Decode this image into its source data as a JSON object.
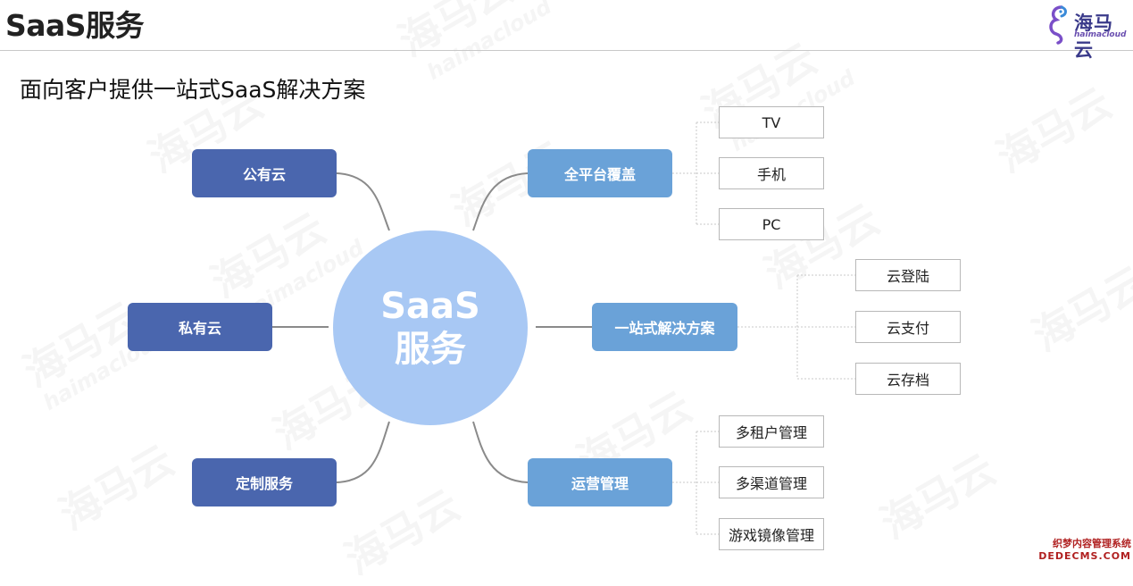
{
  "header": {
    "title": "SaaS服务"
  },
  "logo": {
    "name": "海马云",
    "sub": "haimacloud"
  },
  "subtitle": "面向客户提供一站式SaaS解决方案",
  "center": {
    "line1": "SaaS",
    "line2": "服务"
  },
  "left_nodes": [
    {
      "label": "公有云"
    },
    {
      "label": "私有云"
    },
    {
      "label": "定制服务"
    }
  ],
  "right_nodes": [
    {
      "label": "全平台覆盖",
      "children": [
        "TV",
        "手机",
        "PC"
      ]
    },
    {
      "label": "一站式解决方案",
      "children": [
        "云登陆",
        "云支付",
        "云存档"
      ]
    },
    {
      "label": "运营管理",
      "children": [
        "多租户管理",
        "多渠道管理",
        "游戏镜像管理"
      ]
    }
  ],
  "footer_watermark": {
    "line1": "织梦内容管理系统",
    "line2": "DEDECMS.COM"
  },
  "colors": {
    "dark_node": "#4a66ae",
    "light_node": "#6aa2d8",
    "center": "#a8c8f4"
  }
}
